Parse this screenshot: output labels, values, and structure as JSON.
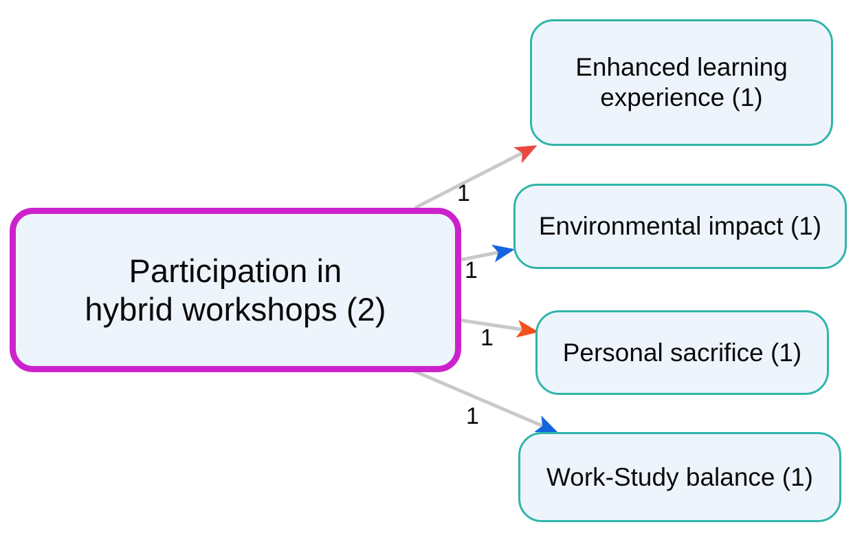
{
  "diagram": {
    "type": "node-link-graph",
    "background_color": "#ffffff",
    "root": {
      "label": "Participation in\nhybrid workshops (2)",
      "count": 2,
      "border_color": "#cc22cc",
      "fill_color": "#eef4fc"
    },
    "leaves": [
      {
        "label": "Enhanced learning\nexperience (1)",
        "count": 1,
        "border_color": "#2fb5a8",
        "fill_color": "#eef4fc"
      },
      {
        "label": "Environmental impact (1)",
        "count": 1,
        "border_color": "#2fb5a8",
        "fill_color": "#eef4fc"
      },
      {
        "label": "Personal sacrifice (1)",
        "count": 1,
        "border_color": "#2fb5a8",
        "fill_color": "#eef4fc"
      },
      {
        "label": "Work-Study balance (1)",
        "count": 1,
        "border_color": "#2fb5a8",
        "fill_color": "#eef4fc"
      }
    ],
    "edges": [
      {
        "from": "Participation in hybrid workshops (2)",
        "to": "Enhanced learning experience (1)",
        "label": "1",
        "line_color": "#c9c9c9",
        "arrow_color": "#e8493f"
      },
      {
        "from": "Participation in hybrid workshops (2)",
        "to": "Environmental impact (1)",
        "label": "1",
        "line_color": "#c9c9c9",
        "arrow_color": "#1565e0"
      },
      {
        "from": "Participation in hybrid workshops (2)",
        "to": "Personal sacrifice (1)",
        "label": "1",
        "line_color": "#c9c9c9",
        "arrow_color": "#f4501a"
      },
      {
        "from": "Participation in hybrid workshops (2)",
        "to": "Work-Study balance (1)",
        "label": "1",
        "line_color": "#c9c9c9",
        "arrow_color": "#1565e0"
      }
    ]
  },
  "chart_data": {
    "type": "diagram",
    "title": "",
    "nodes": [
      {
        "id": "root",
        "label": "Participation in hybrid workshops (2)",
        "value": 2
      },
      {
        "id": "n1",
        "label": "Enhanced learning experience (1)",
        "value": 1
      },
      {
        "id": "n2",
        "label": "Environmental impact (1)",
        "value": 1
      },
      {
        "id": "n3",
        "label": "Personal sacrifice (1)",
        "value": 1
      },
      {
        "id": "n4",
        "label": "Work-Study balance (1)",
        "value": 1
      }
    ],
    "links": [
      {
        "source": "root",
        "target": "n1",
        "weight": 1
      },
      {
        "source": "root",
        "target": "n2",
        "weight": 1
      },
      {
        "source": "root",
        "target": "n3",
        "weight": 1
      },
      {
        "source": "root",
        "target": "n4",
        "weight": 1
      }
    ]
  }
}
